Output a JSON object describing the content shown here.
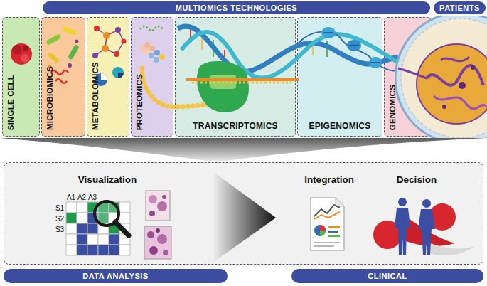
{
  "diagram": {
    "nodes": [
      {
        "text": [
          "MULTIOMICS TECHNOLOGIES"
        ]
      },
      {
        "text": [
          "PATIENTS"
        ]
      },
      {
        "text": [
          "SINGLE CELL"
        ]
      },
      {
        "text": [
          "MICROBIOMICS"
        ]
      },
      {
        "text": [
          "METABOLOMICS"
        ]
      },
      {
        "text": [
          "PROTEOMICS"
        ]
      },
      {
        "text": [
          "TRANSCRIPTOMICS"
        ]
      },
      {
        "text": [
          "EPIGENOMICS"
        ]
      },
      {
        "text": [
          "GENOMICS"
        ]
      },
      {
        "text": [
          "Visualization",
          "Integration",
          "Decision"
        ]
      },
      {
        "text": [
          "DATA ANALYSIS"
        ]
      },
      {
        "text": [
          "CLINICAL"
        ]
      }
    ],
    "labels": [
      "A1",
      "A2",
      "A3",
      "S1",
      "S2",
      "S3"
    ]
  }
}
